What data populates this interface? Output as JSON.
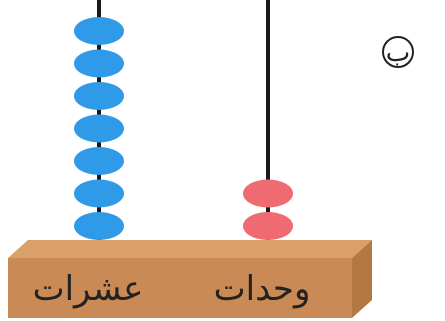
{
  "question_label": "ب",
  "abacus": {
    "base_color": "#c98a56",
    "base_top_color": "#d9a06a",
    "base_side_color": "#b47843",
    "rod_color": "#1a1a1a",
    "rods": [
      {
        "label": "عشرات",
        "bead_count": 7,
        "bead_color": "#2f9be8"
      },
      {
        "label": "وحدات",
        "bead_count": 2,
        "bead_color": "#f06a72"
      }
    ]
  }
}
